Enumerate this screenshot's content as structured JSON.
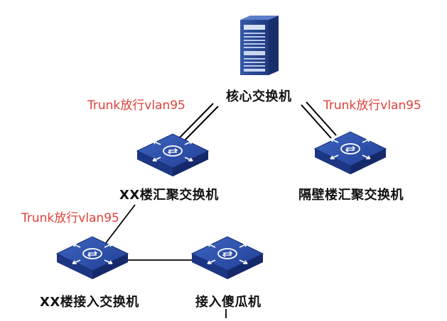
{
  "nodes": {
    "core": {
      "label": "核心交换机"
    },
    "agg_xx": {
      "label": "XX楼汇聚交换机"
    },
    "agg_next": {
      "label": "隔壁楼汇聚交换机"
    },
    "access_xx": {
      "label": "XX楼接入交换机"
    },
    "access_dumb": {
      "label": "接入傻瓜机"
    }
  },
  "links": {
    "core_to_agg_xx": {
      "label": "Trunk放行vlan95"
    },
    "core_to_agg_next": {
      "label": "Trunk放行vlan95"
    },
    "agg_xx_to_access_xx": {
      "label": "Trunk放行vlan95"
    }
  },
  "colors": {
    "switch_top": "#2a4fa6",
    "switch_side": "#1d3885",
    "link_label": "#e0403a",
    "server_body": "#27488f"
  }
}
